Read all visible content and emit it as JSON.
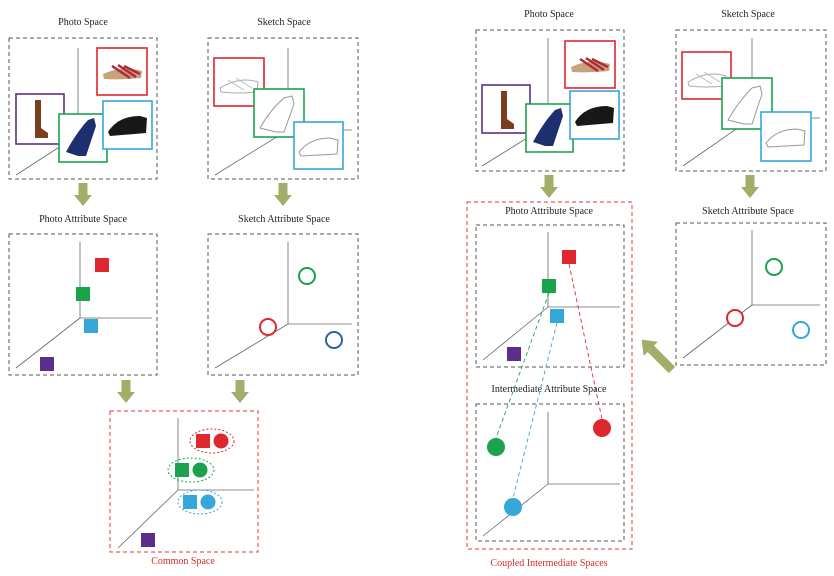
{
  "labels": {
    "left_photo_space": "Photo Space",
    "left_sketch_space": "Sketch Space",
    "left_photo_attr": "Photo Attribute Space",
    "left_sketch_attr": "Sketch Attribute Space",
    "common_space": "Common Space",
    "right_photo_space": "Photo Space",
    "right_sketch_space": "Sketch Space",
    "right_photo_attr": "Photo Attribute Space",
    "right_sketch_attr": "Sketch Attribute Space",
    "intermediate_space": "Intermediate Attribute Space",
    "coupled_spaces": "Coupled Intermediate Spaces"
  },
  "colors": {
    "red": "#e0262f",
    "green": "#1aa34a",
    "blue": "#36a7d8",
    "purple": "#5b2e8c",
    "dark_blue": "#2b63a3",
    "arrow": "#a3ad6a",
    "panel_border": "#555555",
    "highlight_border": "#e03a3a"
  },
  "icons": {
    "boot": "boot-photo-icon",
    "heel": "high-heel-photo-icon",
    "shoe": "black-shoe-photo-icon",
    "sandal": "sandal-photo-icon",
    "sketch": "shoe-sketch-icon"
  }
}
